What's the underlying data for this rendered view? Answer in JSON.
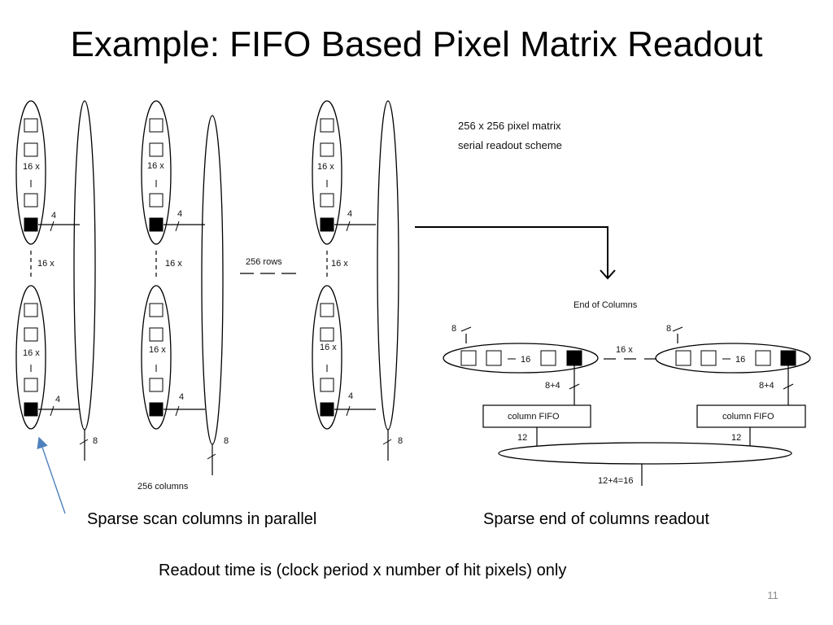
{
  "slide": {
    "title": "Example: FIFO Based Pixel Matrix Readout",
    "page_number": "11"
  },
  "left_diagram": {
    "pixel_count_label": "16 x",
    "group_repeat_label": "16 x",
    "bus_width_group": "4",
    "bus_width_column": "8",
    "rows_label": "256 rows",
    "columns_label": "256 columns"
  },
  "right_diagram": {
    "description_line1": "256 x 256 pixel matrix",
    "description_line2": "serial  readout scheme",
    "eoc_title": "End of Columns",
    "input_width": "8",
    "pixel_count": "16",
    "repeat_label": "16 x",
    "fifo_input_width": "8+4",
    "fifo_label": "column FIFO",
    "fifo_output_width": "12",
    "output_width": "12+4=16"
  },
  "captions": {
    "left": "Sparse  scan columns  in parallel",
    "right": "Sparse  end of columns readout",
    "bottom": "Readout time is (clock period  x  number of hit pixels) only"
  },
  "colors": {
    "arrow": "#4f81bd",
    "text": "#000000",
    "page_number": "#8a8a8a"
  }
}
